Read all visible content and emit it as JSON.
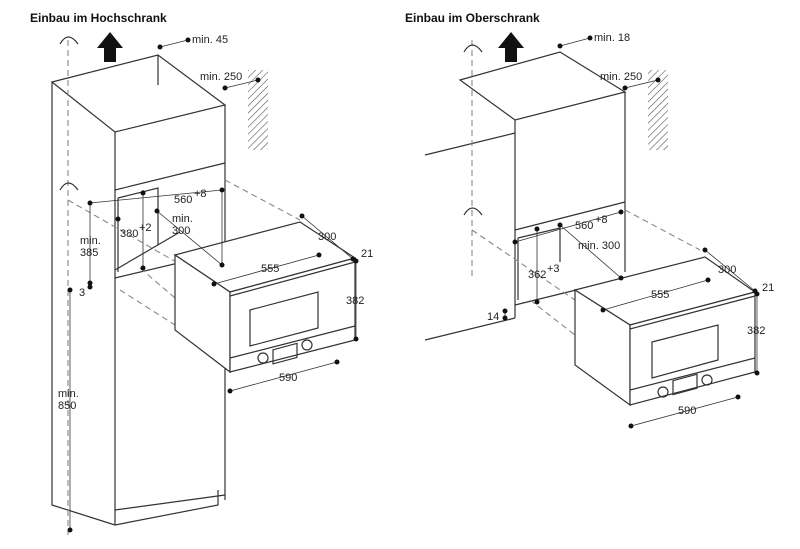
{
  "left": {
    "title": "Einbau im Hochschrank",
    "labels": {
      "min45": "min. 45",
      "min250": "min. 250",
      "w560": "560",
      "w560_tol": "+8",
      "h380": "380",
      "h380_tol": "+2",
      "min300_a": "min.",
      "min300_b": "300",
      "min385_a": "min.",
      "min385_b": "385",
      "d300": "300",
      "d21": "21",
      "w555": "555",
      "h382": "382",
      "d3": "3",
      "w590": "590",
      "min850_a": "min.",
      "min850_b": "850"
    }
  },
  "right": {
    "title": "Einbau im Oberschrank",
    "labels": {
      "min18": "min. 18",
      "min250": "min. 250",
      "w560": "560",
      "w560_tol": "+8",
      "min300": "min. 300",
      "h362": "362",
      "h362_tol": "+3",
      "d300": "300",
      "d21": "21",
      "w555": "555",
      "h382": "382",
      "d14": "14",
      "w590": "590"
    }
  }
}
